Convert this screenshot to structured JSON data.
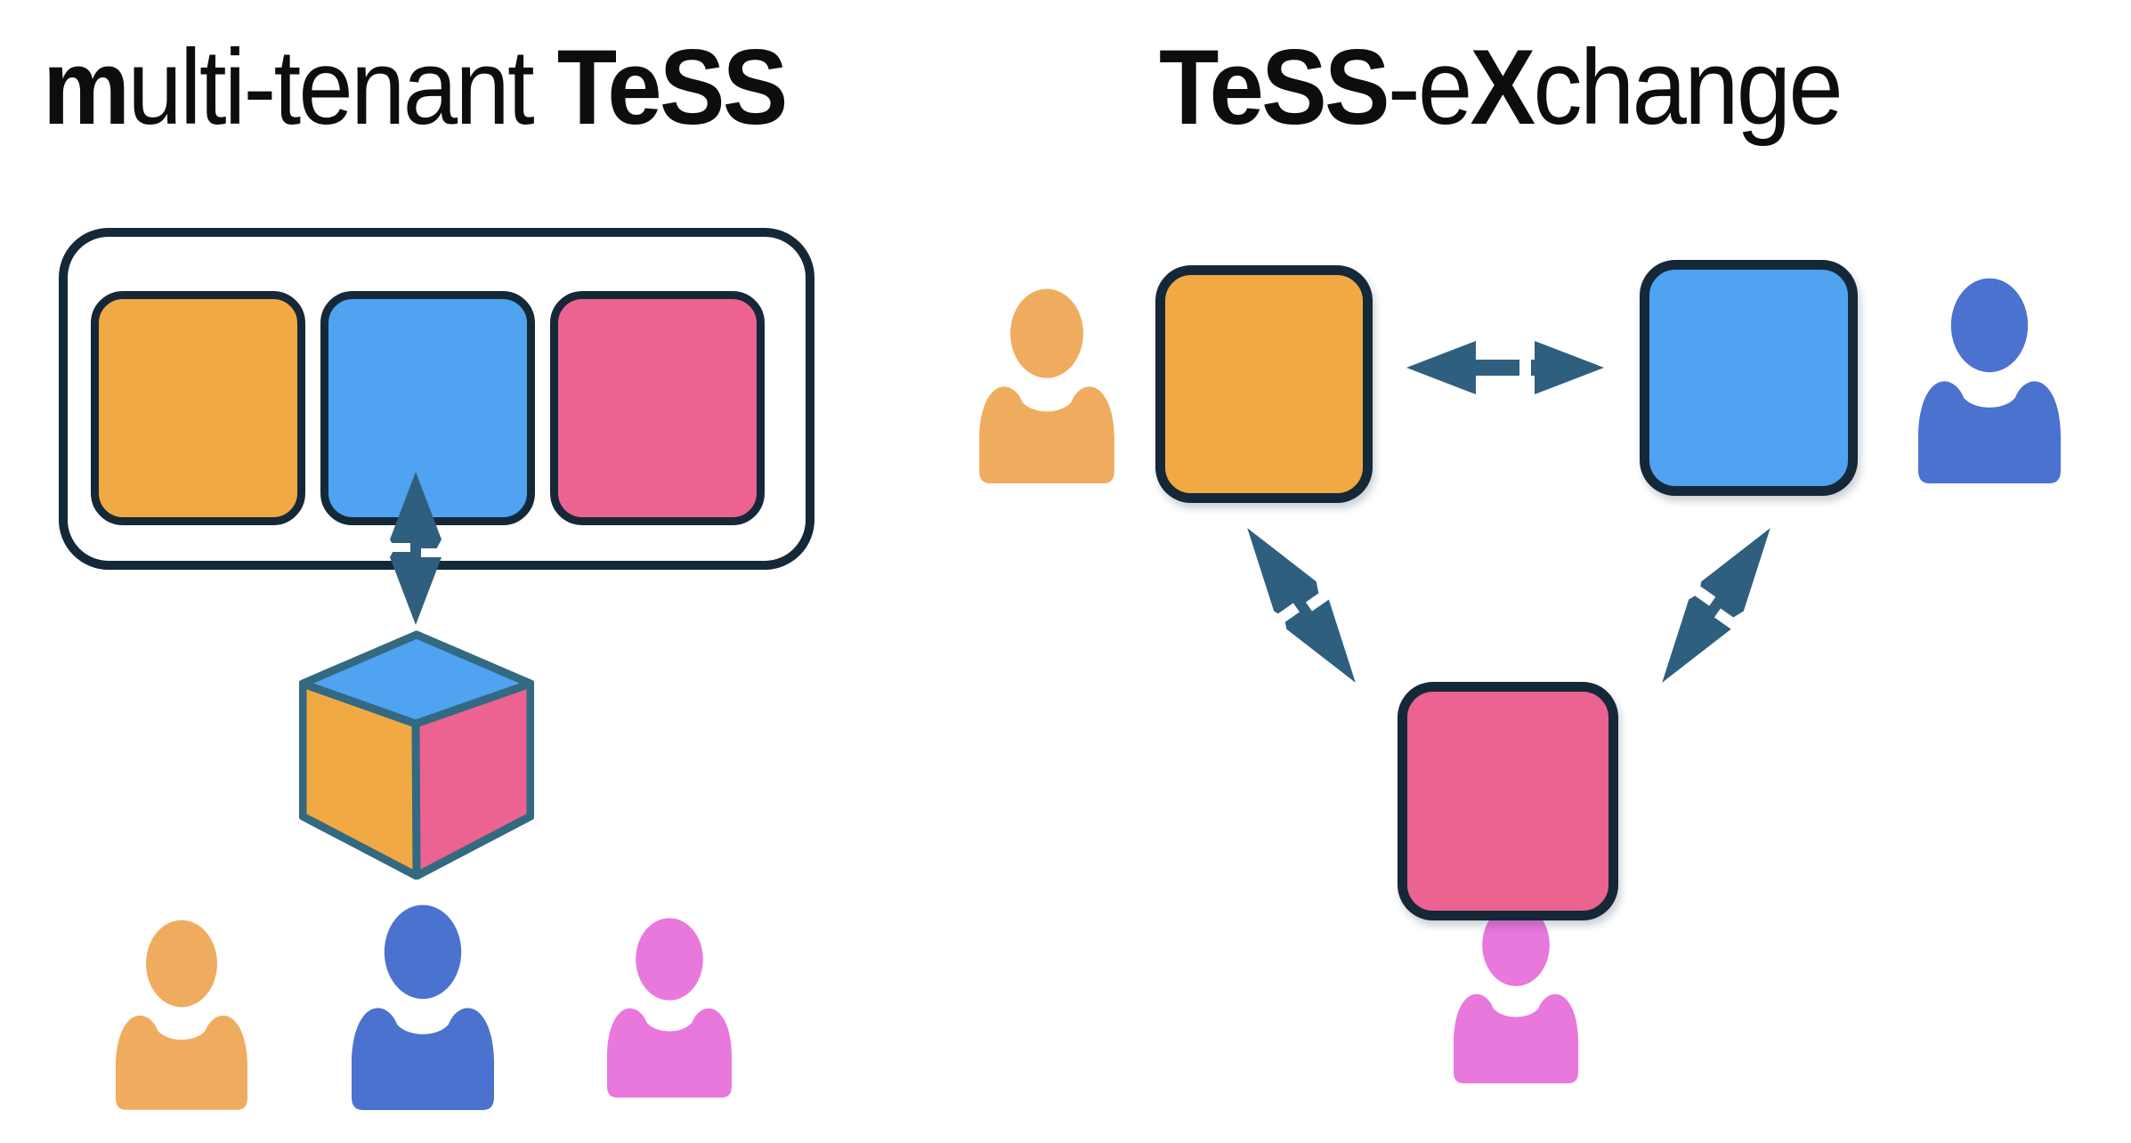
{
  "colors": {
    "outline_navy": "#152838",
    "arrow_teal": "#2F5F7E",
    "cube_edge": "#336981",
    "tile_orange": "#F0A943",
    "tile_blue": "#4FA3F0",
    "tile_pink": "#EC6290",
    "person_orange": "#F0AC5E",
    "person_blue": "#4A72CE",
    "person_magenta": "#E878DC",
    "title_color": "#0d0d0d",
    "page_bg": "#ffffff"
  },
  "left": {
    "title": {
      "segments": [
        {
          "text": "m",
          "bold": true
        },
        {
          "text": "ulti-tenant ",
          "bold": false
        },
        {
          "text": "TeSS",
          "bold": true
        }
      ]
    },
    "container_tiles": [
      "orange",
      "blue",
      "pink"
    ],
    "arrow": "bidirectional-vertical between blue tile and cube",
    "cube_faces": {
      "top": "blue",
      "left": "orange",
      "right": "pink"
    },
    "users": [
      "orange",
      "blue",
      "magenta"
    ]
  },
  "right": {
    "title": {
      "segments": [
        {
          "text": "TeSS",
          "bold": true
        },
        {
          "text": "-e",
          "bold": false
        },
        {
          "text": "X",
          "bold": true
        },
        {
          "text": "change",
          "bold": false
        }
      ]
    },
    "nodes": [
      "orange",
      "blue",
      "pink"
    ],
    "arrows": [
      "orange-blue horizontal",
      "orange-pink diagonal",
      "blue-pink diagonal"
    ],
    "users": [
      "orange",
      "blue",
      "magenta"
    ]
  }
}
